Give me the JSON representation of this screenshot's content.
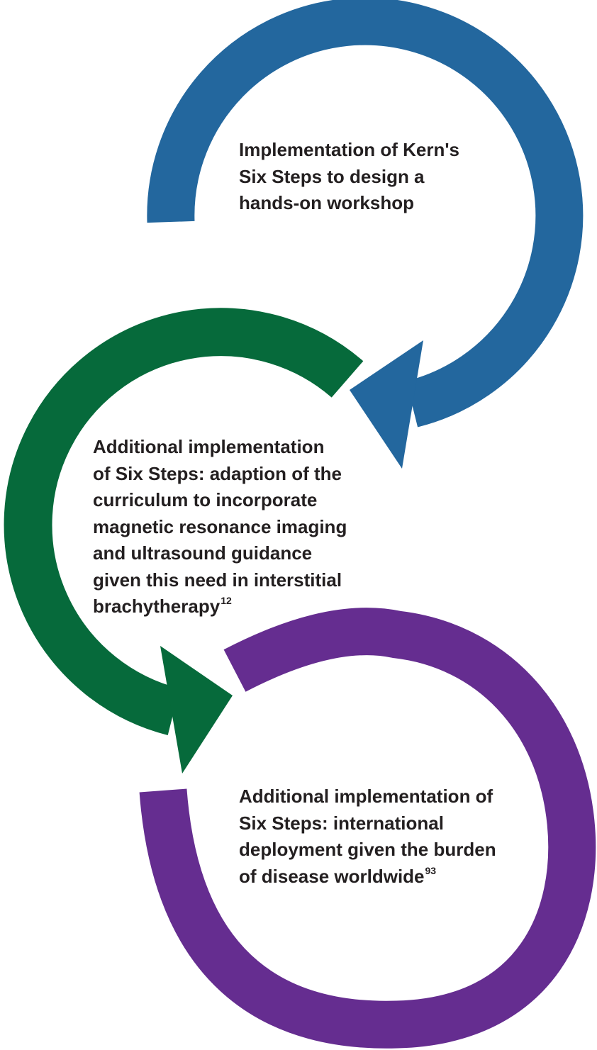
{
  "colors": {
    "step1": "#23679e",
    "step2": "#066a3b",
    "step3": "#652d90",
    "text": "#231f20",
    "background": "#ffffff"
  },
  "steps": [
    {
      "lines": [
        "Implementation of Kern's",
        "Six Steps to design a",
        "hands-on workshop"
      ],
      "superscript": ""
    },
    {
      "lines": [
        "Additional implementation",
        "of Six Steps: adaption of the",
        "curriculum to incorporate",
        "magnetic resonance imaging",
        "and ultrasound guidance",
        "given this need in interstitial",
        "brachytherapy"
      ],
      "superscript": "12"
    },
    {
      "lines": [
        "Additional implementation of",
        "Six Steps: international",
        "deployment given the burden",
        "of disease worldwide"
      ],
      "superscript": "93"
    }
  ]
}
